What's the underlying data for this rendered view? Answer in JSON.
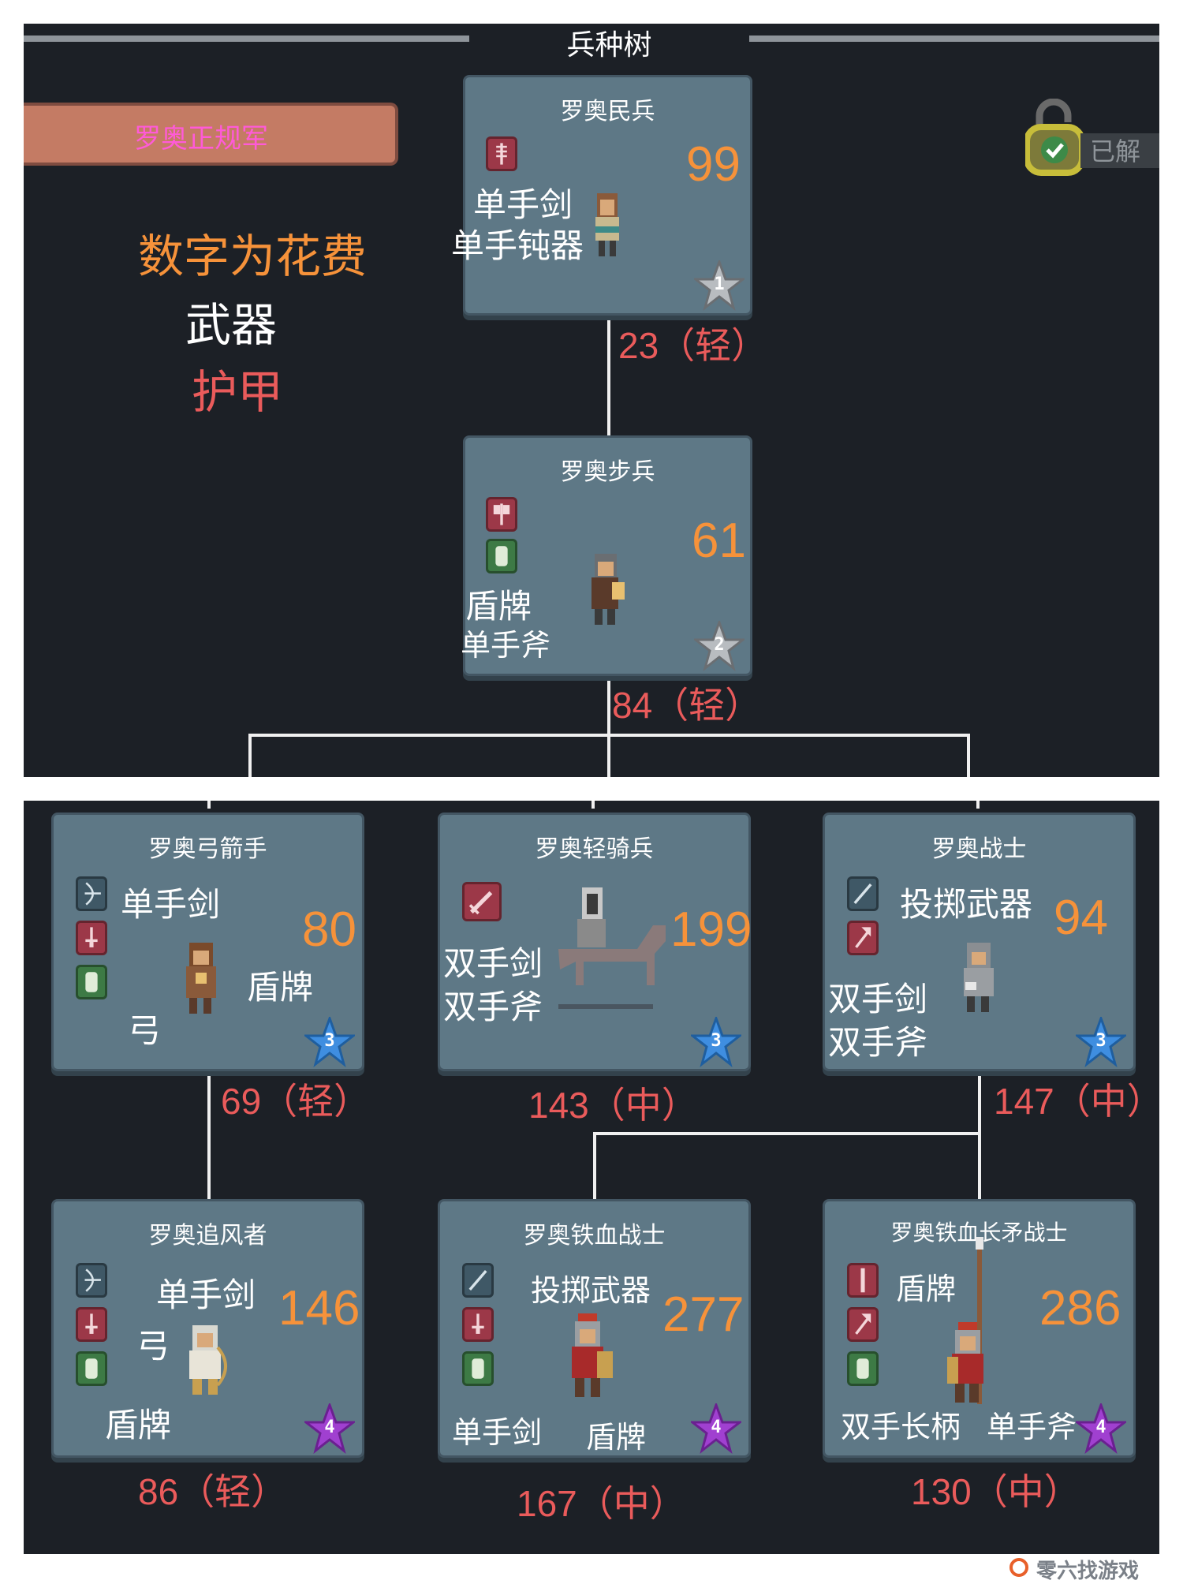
{
  "header": {
    "title": "兵种树"
  },
  "faction_tab": {
    "label": "罗奥正规军"
  },
  "unlock": {
    "label": "已解"
  },
  "legend": {
    "cost": "数字为花费",
    "weapon": "武器",
    "armor": "护甲"
  },
  "colors": {
    "cost": "#f6923a",
    "armor": "#ea5b5b",
    "weapon": "#ffffff",
    "card": "#5e7886",
    "background": "#1c2026",
    "faction_text": "#ff5ad8"
  },
  "units": {
    "militia": {
      "name": "罗奥民兵",
      "cost": "99",
      "weapons": [
        "单手剑",
        "单手钝器"
      ],
      "tier": "1",
      "armor": "23（轻）",
      "icons": [
        "mace-icon"
      ]
    },
    "infantry": {
      "name": "罗奥步兵",
      "cost": "61",
      "weapons": [
        "盾牌",
        "单手斧"
      ],
      "tier": "2",
      "armor": "84（轻）",
      "icons": [
        "axe-icon",
        "shield-icon"
      ]
    },
    "archer": {
      "name": "罗奥弓箭手",
      "cost": "80",
      "weapons": [
        "单手剑",
        "盾牌",
        "弓"
      ],
      "tier": "3",
      "armor": "69（轻）",
      "icons": [
        "bow-icon",
        "sword-icon",
        "shield-icon"
      ]
    },
    "light_cavalry": {
      "name": "罗奥轻骑兵",
      "cost": "199",
      "weapons": [
        "双手剑",
        "双手斧"
      ],
      "tier": "3",
      "armor": "143（中）",
      "icons": [
        "greatsword-icon"
      ]
    },
    "warrior": {
      "name": "罗奥战士",
      "cost": "94",
      "weapons": [
        "投掷武器",
        "双手剑",
        "双手斧"
      ],
      "tier": "3",
      "armor": "147（中）",
      "icons": [
        "javelin-icon",
        "greataxe-icon"
      ]
    },
    "windchaser": {
      "name": "罗奥追风者",
      "cost": "146",
      "weapons": [
        "单手剑",
        "弓",
        "盾牌"
      ],
      "tier": "4",
      "armor": "86（轻）",
      "icons": [
        "bow-icon",
        "sword-icon",
        "shield-icon"
      ]
    },
    "iron_warrior": {
      "name": "罗奥铁血战士",
      "cost": "277",
      "weapons": [
        "投掷武器",
        "单手剑",
        "盾牌"
      ],
      "tier": "4",
      "armor": "167（中）",
      "icons": [
        "javelin-icon",
        "sword-icon",
        "shield-icon"
      ]
    },
    "iron_spear": {
      "name": "罗奥铁血长矛战士",
      "cost": "286",
      "weapons": [
        "盾牌",
        "双手长柄",
        "单手斧"
      ],
      "tier": "4",
      "armor": "130（中）",
      "icons": [
        "polearm-icon",
        "axe-icon",
        "shield-icon"
      ]
    }
  },
  "watermark": "零六找游戏"
}
